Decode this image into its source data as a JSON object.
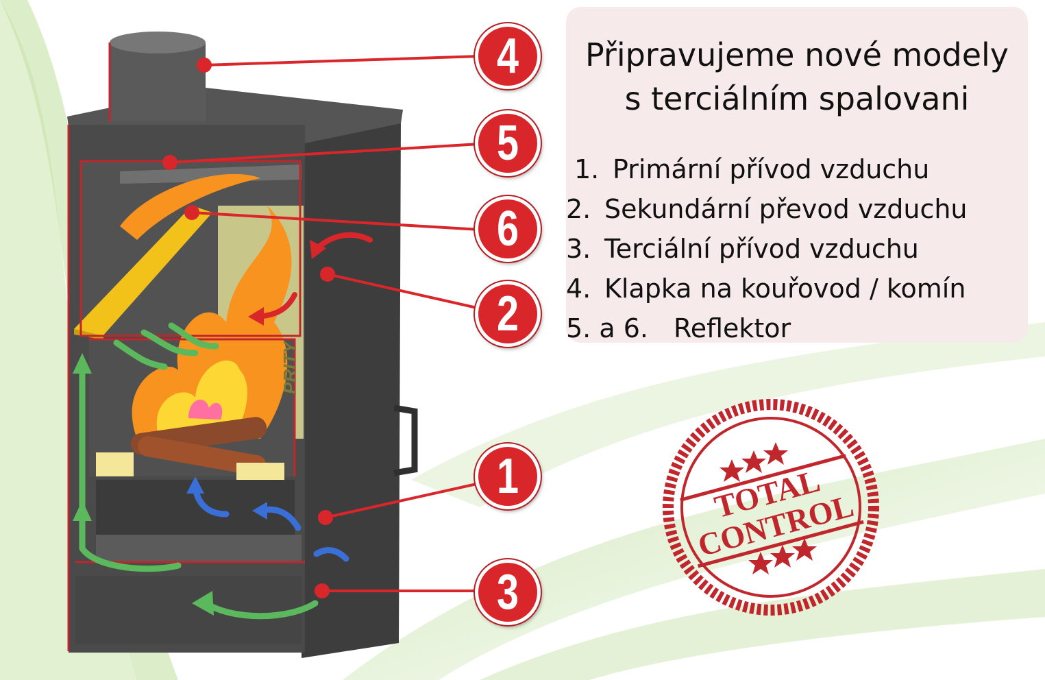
{
  "heading": {
    "line1": "Připravujeme nové modely",
    "line2": "s terciálním spalovani"
  },
  "features": [
    {
      "num": "1.",
      "label": "Primární přívod vzduchu"
    },
    {
      "num": "2.",
      "label": "Sekundární převod vzduchu"
    },
    {
      "num": "3.",
      "label": "Terciální přívod vzduchu"
    },
    {
      "num": "4.",
      "label": "Klapka na kouřovod / komín"
    },
    {
      "num": "5. a  6.",
      "label": "Reflektor"
    }
  ],
  "badges": [
    "4",
    "5",
    "6",
    "2",
    "1",
    "3"
  ],
  "stove_brand": "PRITY",
  "stamp": {
    "line1": "TOTAL",
    "line2": "CONTROL"
  },
  "colors": {
    "badge_red": "#d9262b",
    "stamp_red": "#c0272d",
    "stove_gray": "#4a4a4a",
    "panel_pink": "#f6eaea",
    "airflow_green": "#5cb85c",
    "airflow_blue": "#3a6fd8",
    "flame_orange": "#f7931e"
  }
}
